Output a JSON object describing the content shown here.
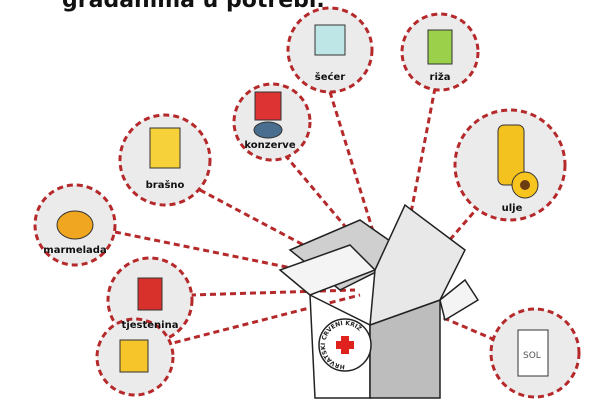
{
  "header": {
    "text": "građanima u potrebi."
  },
  "items": [
    {
      "label": "šećer"
    },
    {
      "label": "riža"
    },
    {
      "label": "konzerve"
    },
    {
      "label": "ulje"
    },
    {
      "label": "brašno"
    },
    {
      "label": "marmelada"
    },
    {
      "label": "tjestenina"
    },
    {
      "label": "SOL"
    }
  ],
  "box": {
    "seal_text": "HRVATSKI CRVENI KRIŽ"
  },
  "colors": {
    "dash": "#b5292b",
    "circle": "#ebebeb",
    "cross": "#e0221f"
  }
}
